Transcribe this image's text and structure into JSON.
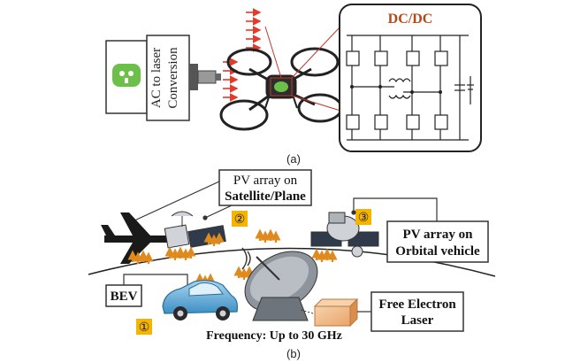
{
  "panel_a": {
    "conversion_label_line1": "AC to laser",
    "conversion_label_line2": "Conversion",
    "dcdc_title": "DC/DC",
    "caption": "(a)",
    "colors": {
      "dcdc_title": "#b5481b",
      "beam": "#e23b2a",
      "plug": "#6cc04a"
    }
  },
  "panel_b": {
    "pv_satellite_line1": "PV array on",
    "pv_satellite_line2": "Satellite/Plane",
    "pv_orbital_line1": "PV array on",
    "pv_orbital_line2": "Orbital vehicle",
    "bev_label": "BEV",
    "fel_line1": "Free Electron",
    "fel_line2": "Laser",
    "frequency": "Frequency: Up to 30 GHz",
    "badge_1": "①",
    "badge_2": "②",
    "badge_3": "③",
    "caption": "(b)",
    "colors": {
      "badge": "#f5b400",
      "arrows": "#e08a1e",
      "car": "#6ab0d8",
      "laser_box": "#f2c08f"
    }
  }
}
